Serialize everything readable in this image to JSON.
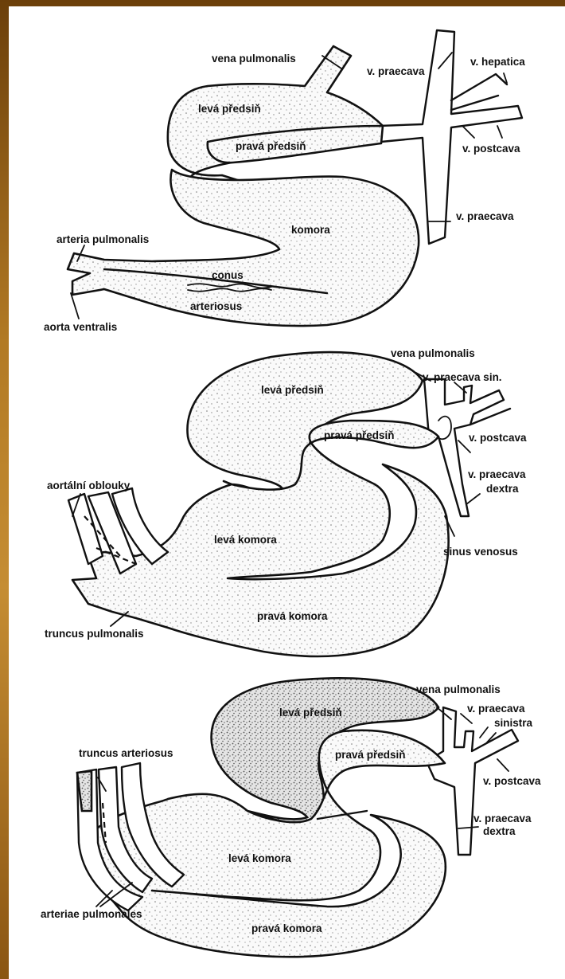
{
  "background": {
    "frame_color": "#b27a24",
    "sheet_color": "#ffffff"
  },
  "diagram1": {
    "vena_pulmonalis": "vena pulmonalis",
    "v_praecava_top": "v. praecava",
    "v_hepatica": "v. hepatica",
    "leva_predsin": "levá předsiň",
    "prava_predsin": "pravá předsiň",
    "v_postcava": "v. postcava",
    "v_praecava_bottom": "v. praecava",
    "arteria_pulmonalis": "arteria pulmonalis",
    "komora": "komora",
    "conus": "conus",
    "arteriosus": "arteriosus",
    "aorta_ventralis": "aorta ventralis"
  },
  "diagram2": {
    "vena_pulmonalis": "vena pulmonalis",
    "v_praecava_sin": "v. praecava sin.",
    "leva_predsin": "levá předsiň",
    "prava_predsin": "pravá předsiň",
    "v_postcava": "v. postcava",
    "aortalni_oblouky": "aortální oblouky",
    "v_praecava_dextra_1": "v. praecava",
    "v_praecava_dextra_2": "dextra",
    "leva_komora": "levá komora",
    "sinus_venosus": "sinus venosus",
    "prava_komora": "pravá komora",
    "truncus_pulmonalis": "truncus pulmonalis"
  },
  "diagram3": {
    "vena_pulmonalis": "vena pulmonalis",
    "leva_predsin": "levá předsiň",
    "v_praecava_sinistra_1": "v. praecava",
    "v_praecava_sinistra_2": "sinistra",
    "prava_predsin": "pravá předsiň",
    "truncus_arteriosus": "truncus arteriosus",
    "v_postcava": "v. postcava",
    "v_praecava_dextra_1": "v. praecava",
    "v_praecava_dextra_2": "dextra",
    "leva_komora": "levá komora",
    "arteriae_pulmonales": "arteriae pulmonales",
    "prava_komora": "pravá komora"
  }
}
